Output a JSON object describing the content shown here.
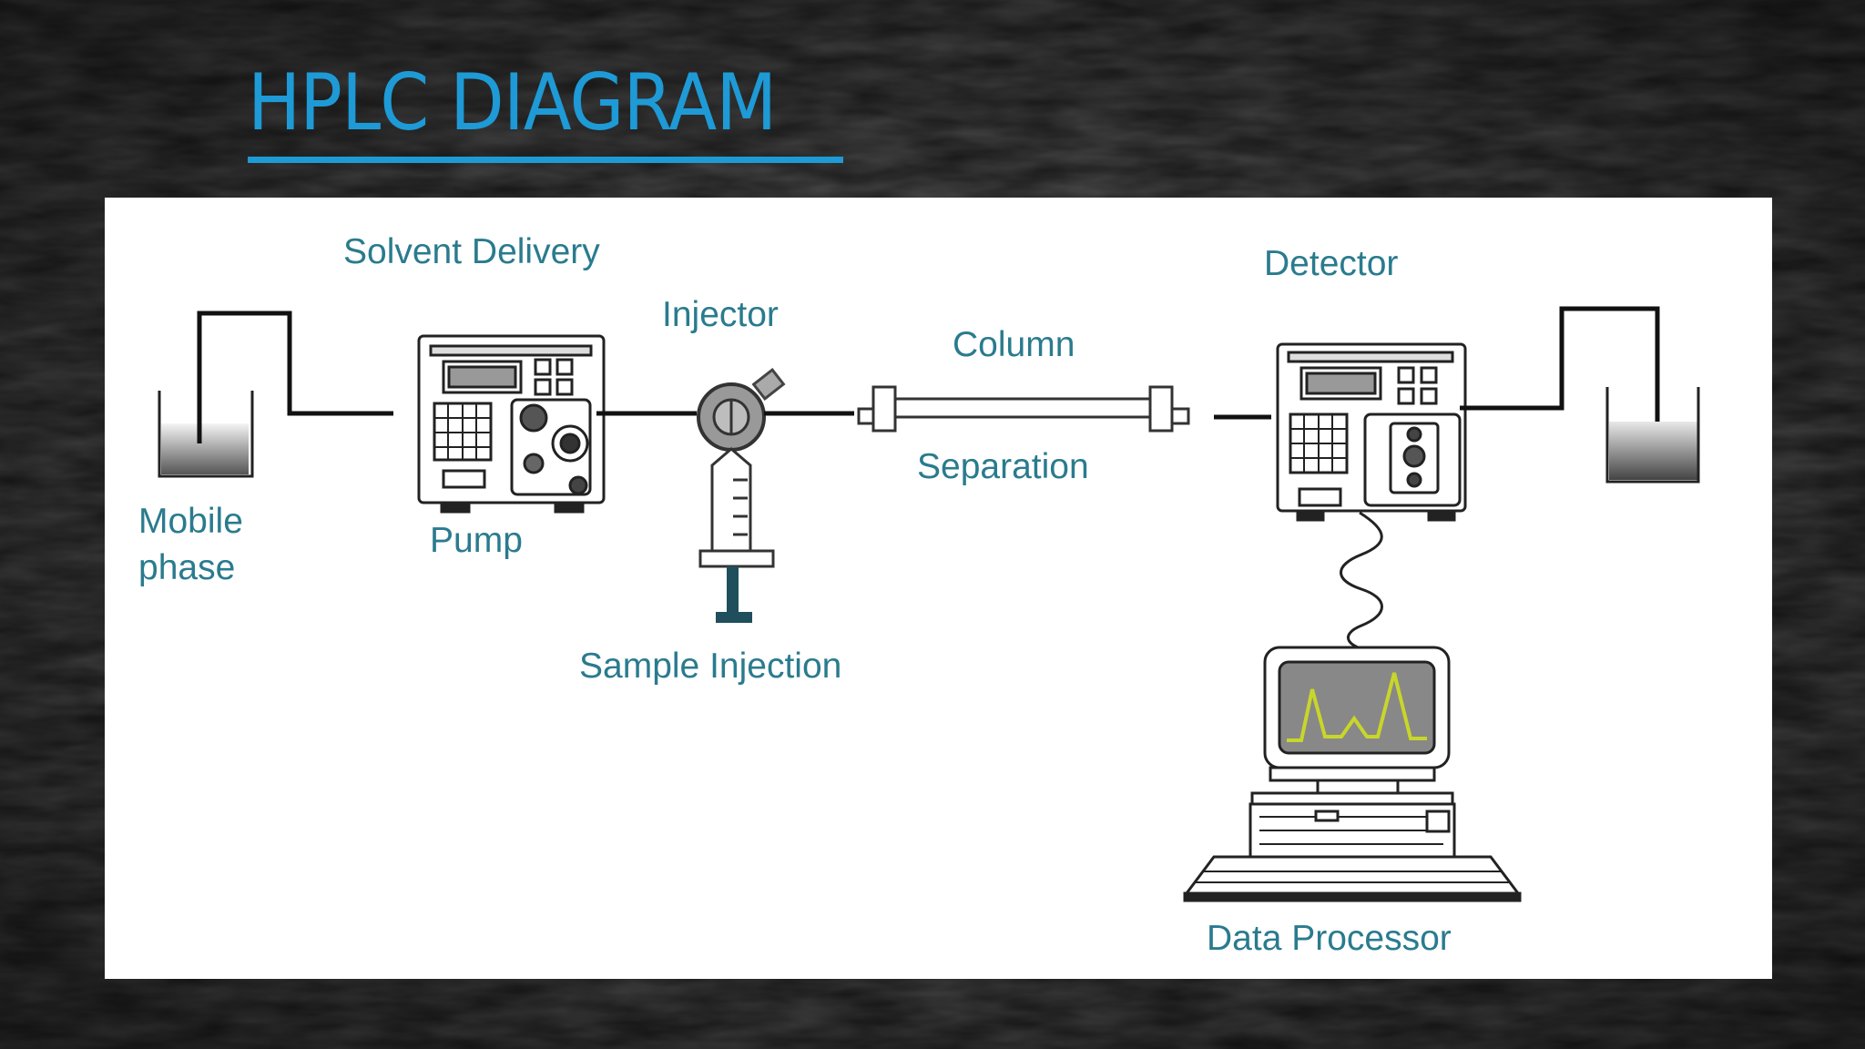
{
  "slide": {
    "title": "HPLC DIAGRAM"
  },
  "diagram": {
    "labels": {
      "solvent_delivery": "Solvent Delivery",
      "injector": "Injector",
      "column": "Column",
      "detector": "Detector",
      "mobile_phase_line1": "Mobile",
      "mobile_phase_line2": "phase",
      "pump": "Pump",
      "separation": "Separation",
      "sample_injection": "Sample Injection",
      "data_processor": "Data Processor"
    },
    "colors": {
      "title": "#1e9ad6",
      "label_text": "#2a7b8e",
      "line": "#111111",
      "chromatogram_trace": "#c8d62a"
    }
  }
}
